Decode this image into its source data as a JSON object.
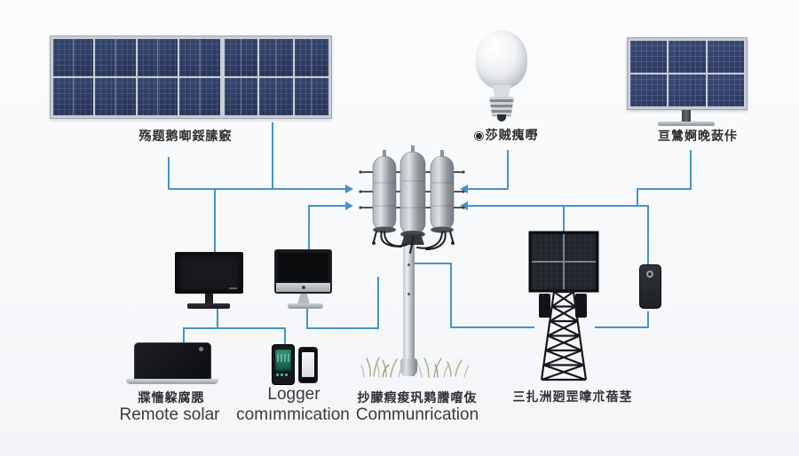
{
  "diagram": {
    "type": "solar-communication-system-diagram",
    "background": "#f8fafc",
    "connector_color": "#4494c8",
    "solar_panel_color": "#2c3b63",
    "text_color": "#3b3b3d"
  },
  "nodes": {
    "solar_array": {
      "label": "殇题鹅啣鋖膆竅"
    },
    "light_bulb": {
      "label": "◉莎贼瘣嘢"
    },
    "tracker_panel": {
      "label": "亘鷥婀晚蔹佧"
    },
    "antenna_mast": {},
    "monitor_desktop": {},
    "monitor_imac": {},
    "laptop": {
      "label_cjk": "牃懎躱腐腮",
      "label_en": "Remote solar"
    },
    "logger": {
      "label_line1": "Logger",
      "label_line2": "comımmication"
    },
    "comm_pole": {
      "label_cjk": "抄朦瘕痠㺬䴗謄噾伖",
      "label_en": "Communrication"
    },
    "lattice_tower": {
      "label": "三扎洲㢠罡嗱朮蓓茎"
    },
    "battery_unit": {}
  },
  "connections": [
    "solar-array -> antenna-mast",
    "antenna-mast -> desktop-monitor -> laptop + logger",
    "antenna-mast -> imac-monitor -> comm-pole",
    "light-bulb -> antenna-mast",
    "tracker-panel -> antenna-mast",
    "antenna-mast -> tower-solar-panel",
    "antenna-mast -> battery-unit -> comm-pole"
  ]
}
